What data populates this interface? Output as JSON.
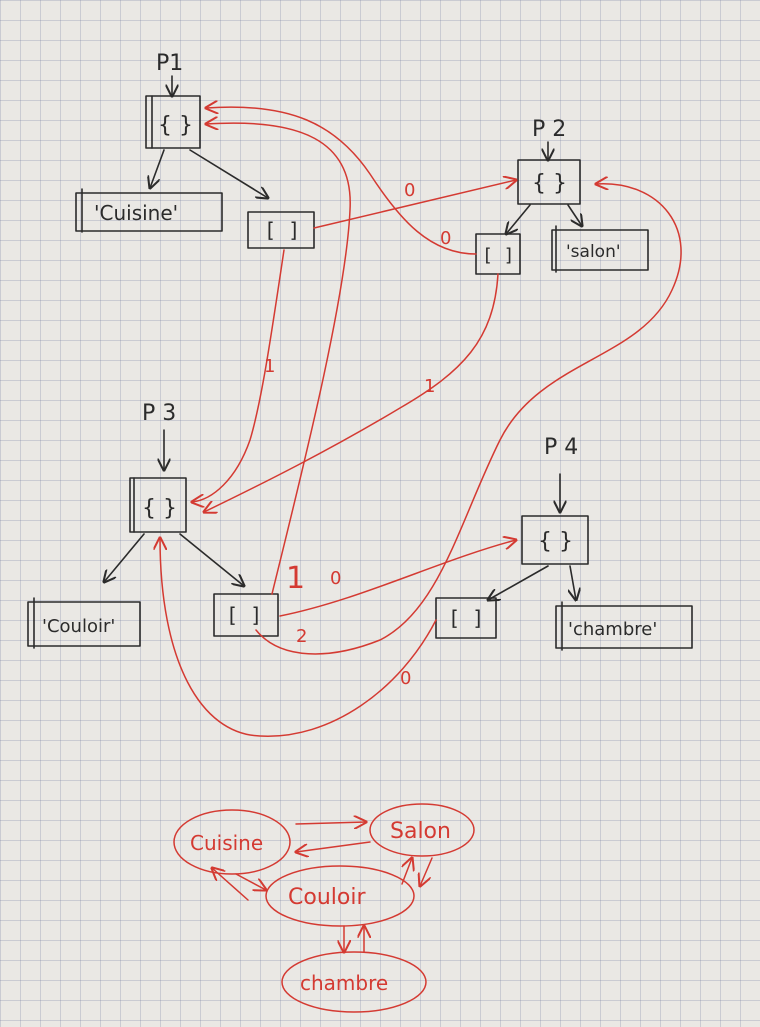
{
  "diagram": {
    "nodes": {
      "p1": {
        "label": "P1",
        "object": "{ }",
        "string": "'Cuisine'",
        "list": "[ ]"
      },
      "p2": {
        "label": "P 2",
        "object": "{ }",
        "string": "'salon'",
        "list": "[ ]"
      },
      "p3": {
        "label": "P 3",
        "object": "{ }",
        "string": "'Couloir'",
        "list": "[ ]"
      },
      "p4": {
        "label": "P 4",
        "object": "{ }",
        "string": "'chambre'",
        "list": "[ ]"
      }
    },
    "edge_labels": {
      "p1_list_to_p2": "0",
      "p1_list_to_p3": "1",
      "p2_list_to_p1": "0",
      "p2_list_to_p3": "1",
      "p3_list_to_p1": "1",
      "p3_list_to_p4": "0",
      "p3_list_to_p2": "2",
      "p4_list_to_p3": "0"
    },
    "graph": {
      "nodes": [
        "Cuisine",
        "Salon",
        "Couloir",
        "chambre"
      ]
    },
    "colors": {
      "ink": "#2b2b2b",
      "red": "#d43a32",
      "paper": "#eae8e4"
    }
  }
}
